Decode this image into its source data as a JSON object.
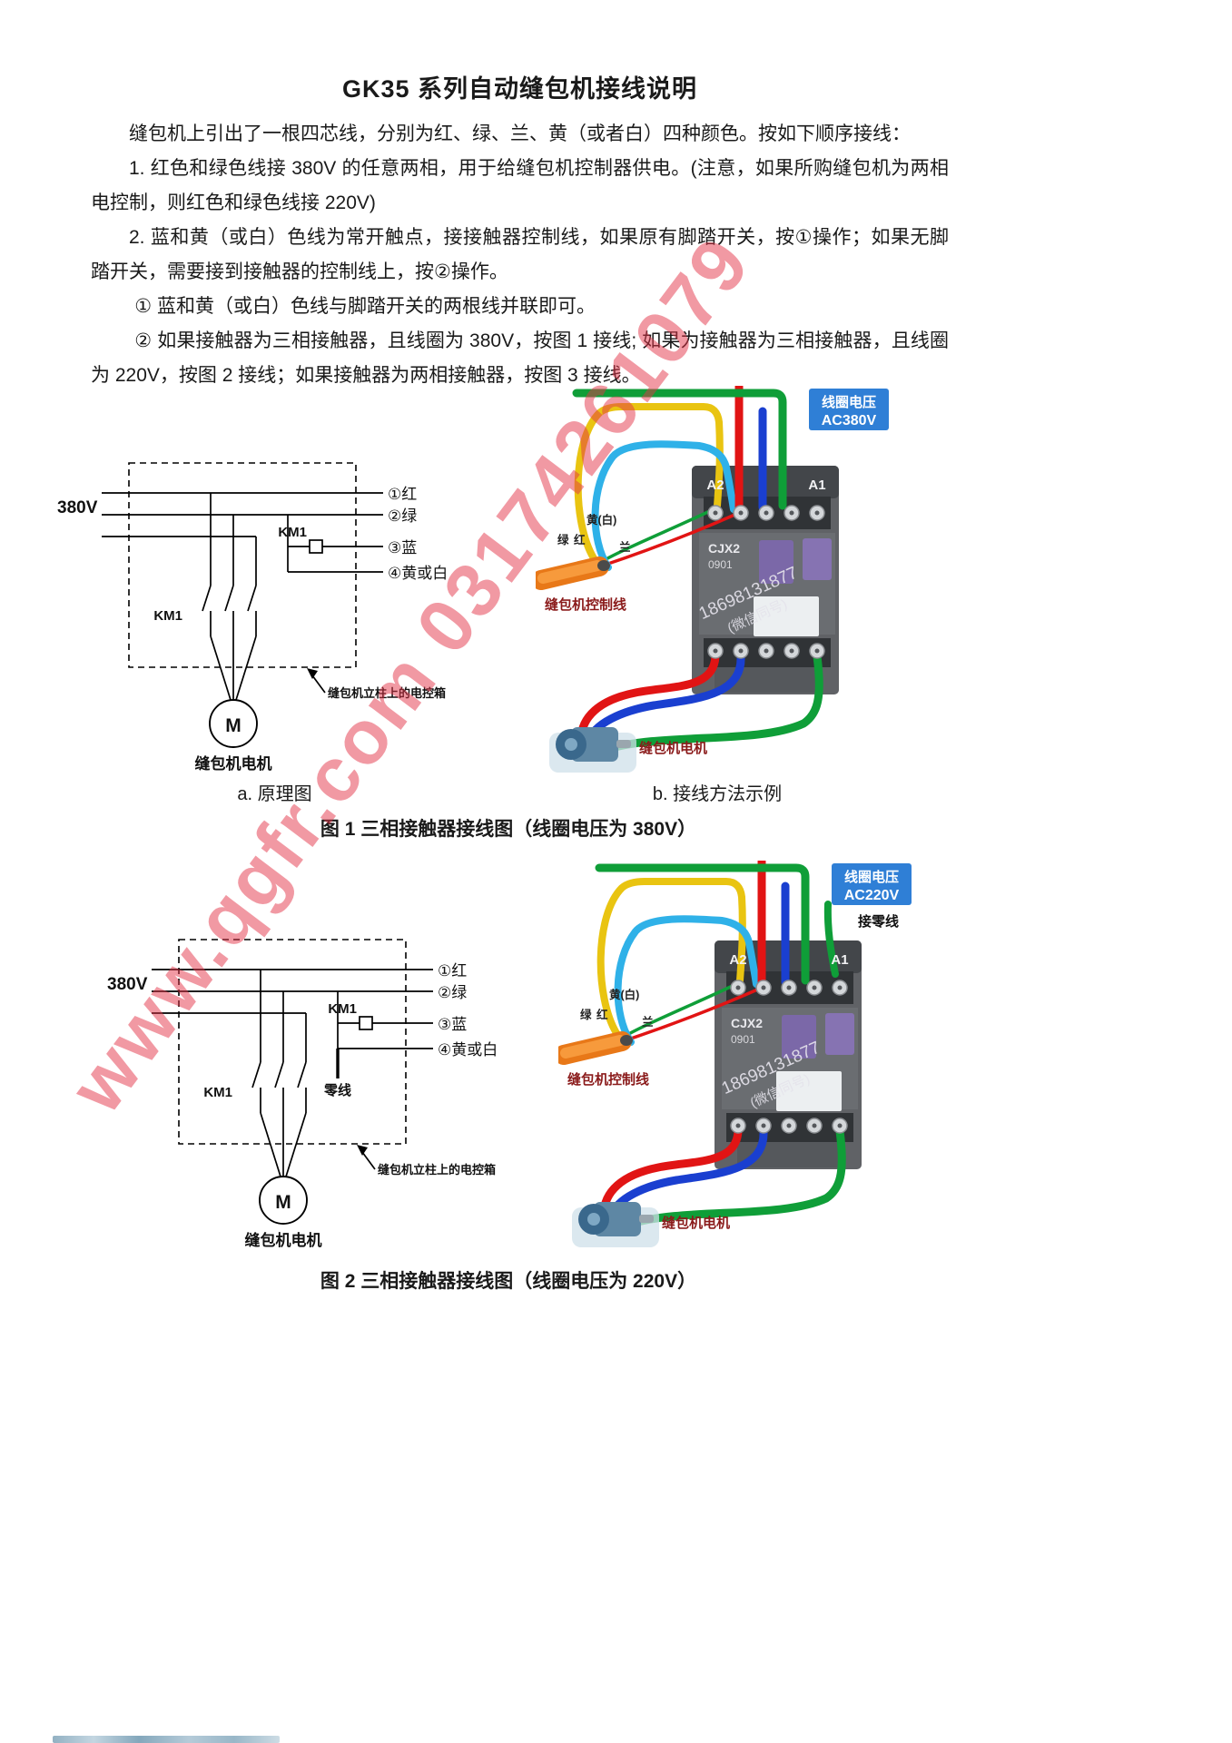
{
  "title": "GK35 系列自动缝包机接线说明",
  "paragraphs": {
    "intro": "缝包机上引出了一根四芯线，分别为红、绿、兰、黄（或者白）四种颜色。按如下顺序接线：",
    "step1": "1. 红色和绿色线接 380V 的任意两相，用于给缝包机控制器供电。(注意，如果所购缝包机为两相电控制，则红色和绿色线接 220V)",
    "step2": "2. 蓝和黄（或白）色线为常开触点，接接触器控制线，如果原有脚踏开关，按①操作；如果无脚踏开关，需要接到接触器的控制线上，按②操作。",
    "note1": "① 蓝和黄（或白）色线与脚踏开关的两根线并联即可。",
    "note2": "② 如果接触器为三相接触器，且线圈为 380V，按图 1 接线; 如果为接触器为三相接触器，且线圈为 220V，按图 2 接线；如果接触器为两相接触器，按图 3 接线。"
  },
  "watermark": "www.qgfr.com 03174261079",
  "fig1": {
    "diagram": {
      "supply": "380V",
      "contacts_label": "KM1",
      "coil_label": "KM1",
      "out1": "①红",
      "out2": "②绿",
      "out3": "③蓝",
      "out4": "④黄或白",
      "motor_letter": "M",
      "motor_caption": "缝包机电机",
      "box_note": "缝包机立柱上的电控箱",
      "caption": "a. 原理图"
    },
    "photo": {
      "badge_title": "线圈电压",
      "badge_voltage": "AC380V",
      "terminal_a2": "A2",
      "terminal_a1": "A1",
      "label_green": "绿",
      "label_red": "红",
      "label_yellow": "黄(白)",
      "label_blue": "兰",
      "model_line1": "CJX2",
      "model_line2": "0901",
      "watermark_phone": "18698131877",
      "watermark_wechat": "(微信同号)",
      "control_cable": "缝包机控制线",
      "motor_caption": "缝包机电机",
      "caption": "b. 接线方法示例"
    },
    "caption": "图 1 三相接触器接线图（线圈电压为 380V）"
  },
  "fig2": {
    "diagram": {
      "supply": "380V",
      "contacts_label": "KM1",
      "coil_label": "KM1",
      "neutral": "零线",
      "out1": "①红",
      "out2": "②绿",
      "out3": "③蓝",
      "out4": "④黄或白",
      "motor_letter": "M",
      "motor_caption": "缝包机电机",
      "box_note": "缝包机立柱上的电控箱"
    },
    "photo": {
      "badge_title": "线圈电压",
      "badge_voltage": "AC220V",
      "neutral_note": "接零线",
      "terminal_a2": "A2",
      "terminal_a1": "A1",
      "label_green": "绿",
      "label_red": "红",
      "label_yellow": "黄(白)",
      "label_blue": "兰",
      "model_line1": "CJX2",
      "model_line2": "0901",
      "watermark_phone": "18698131877",
      "watermark_wechat": "(微信同号)",
      "control_cable": "缝包机控制线",
      "motor_caption": "缝包机电机"
    },
    "caption": "图 2 三相接触器接线图（线圈电压为 220V）"
  },
  "colors": {
    "wire_red": "#e11414",
    "wire_green": "#0f9e38",
    "wire_blue": "#1a3fd0",
    "wire_yellow": "#e9c411",
    "wire_lightblue": "#2fb1e8",
    "cable_orange": "#ee8220",
    "badge_blue": "#2f7fd6",
    "watermark_pink": "#e43448",
    "photo_caption_red": "#8a1a1a"
  }
}
